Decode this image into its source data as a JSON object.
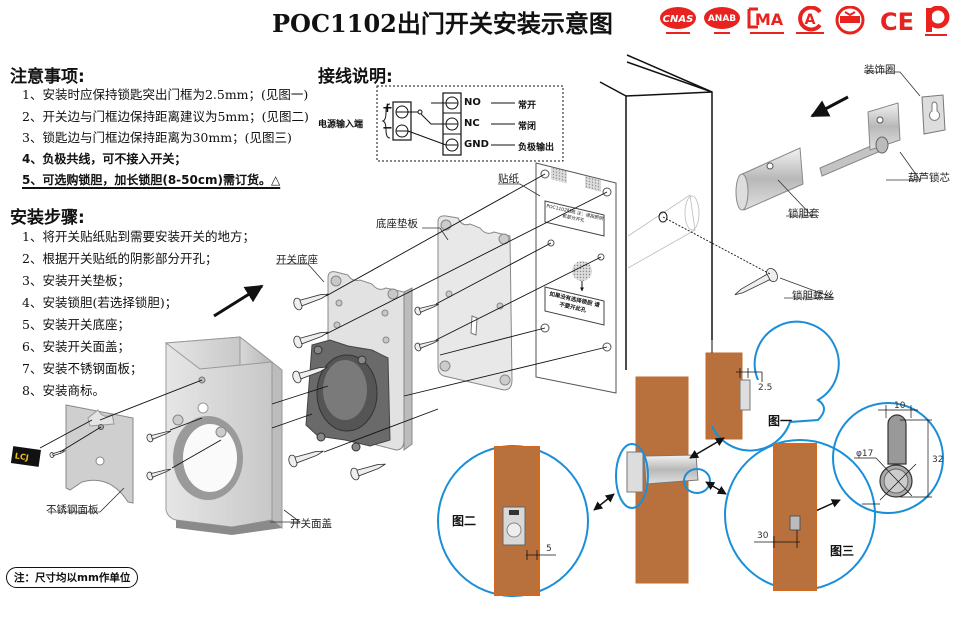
{
  "title": "POC1102出门开关安装示意图",
  "certifications": [
    {
      "icon": "cnas-logo",
      "text": "CNAS"
    },
    {
      "icon": "anab-logo",
      "text": "ANAB"
    },
    {
      "icon": "cma-logo",
      "text": "MA"
    },
    {
      "icon": "cal-logo",
      "text": "A"
    },
    {
      "icon": "seal-logo",
      "text": ""
    },
    {
      "icon": "ce-logo",
      "text": "CE"
    },
    {
      "icon": "p-logo",
      "text": "P"
    }
  ],
  "precautions": {
    "heading": "注意事项:",
    "items": [
      "1、安装时应保持锁匙突出门框为2.5mm；(见图一)",
      "2、开关边与门框边保持距离建议为5mm；(见图二)",
      "3、锁匙边与门框边保持距离为30mm；(见图三)",
      "4、负极共线，可不接入开关；",
      "5、可选购锁胆，加长锁胆(8-50cm)需订货。△"
    ]
  },
  "steps": {
    "heading": "安装步骤:",
    "items": [
      "1、将开关贴纸贴到需要安装开关的地方；",
      "2、根据开关贴纸的阴影部分开孔；",
      "3、安装开关垫板；",
      "4、安装锁胆(若选择锁胆)；",
      "5、安装开关底座；",
      "6、安装开关面盖；",
      "7、安装不锈钢面板；",
      "8、安装商标。"
    ]
  },
  "wiring": {
    "heading": "接线说明:",
    "power_label": "电源输入端",
    "plus": "+",
    "minus": "−",
    "terminals": [
      {
        "name": "NO",
        "desc": "常开"
      },
      {
        "name": "NC",
        "desc": "常闭"
      },
      {
        "name": "GND",
        "desc": "负极输出"
      }
    ]
  },
  "parts": {
    "sticker": "贴纸",
    "base_pad": "底座垫板",
    "switch_base": "开关底座",
    "switch_cover": "开关面盖",
    "steel_panel": "不锈钢面板",
    "decor_ring": "装饰圈",
    "gourd_core": "葫芦锁芯",
    "cylinder_sleeve": "锁胆套",
    "cylinder_screw": "锁胆螺丝",
    "brand_badge": "LCJ"
  },
  "sticker_text": {
    "top": "POC1102贴纸 注：请按照阴影部分开孔",
    "bottom": "如果没有选择锁胆 请不要开此孔"
  },
  "figures": {
    "fig1": {
      "label": "图一",
      "dim": "2.5"
    },
    "fig2": {
      "label": "图二",
      "dim": "5"
    },
    "fig3": {
      "label": "图三",
      "dim_offset": "30",
      "dim_width": "10",
      "dim_height": "32",
      "dim_diameter": "φ17"
    }
  },
  "note": "注：尺寸均以mm作单位",
  "colors": {
    "cert_red": "#e8231f",
    "wood": "#b8703c",
    "wood_edge": "#d2691e",
    "callout_blue": "#1a8fd8"
  }
}
